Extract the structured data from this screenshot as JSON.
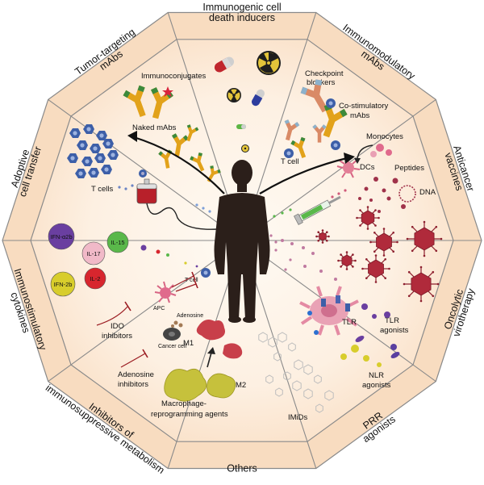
{
  "segments": [
    {
      "title_lines": [
        "Immunogenic cell",
        "death inducers"
      ]
    },
    {
      "title_lines": [
        "Immunomodulatory",
        "mAbs"
      ]
    },
    {
      "title_lines": [
        "Anticancer",
        "vaccines"
      ]
    },
    {
      "title_lines": [
        "Oncolytic",
        "virotherapy"
      ]
    },
    {
      "title_lines": [
        "PRR",
        "agonists"
      ]
    },
    {
      "title_lines": [
        "Others"
      ]
    },
    {
      "title_lines": [
        "Inhibitors of",
        "immunosuppressive metabolism"
      ]
    },
    {
      "title_lines": [
        "Immunostimulatory",
        "cytokines"
      ]
    },
    {
      "title_lines": [
        "Adoptive",
        "cell transfer"
      ]
    },
    {
      "title_lines": [
        "Tumor-targeting",
        "mAbs"
      ]
    }
  ],
  "labels": {
    "immunoconjugates": "Immunoconjugates",
    "naked_mabs": "Naked mAbs",
    "checkpoint_blockers_1": "Checkpoint",
    "checkpoint_blockers_2": "blockers",
    "costim_1": "Co-stimulatory",
    "costim_2": "mAbs",
    "t_cell_mabs": "T cell",
    "monocytes": "Monocytes",
    "dcs": "DCs",
    "peptides": "Peptides",
    "dna": "DNA",
    "t_cells_act": "T cells",
    "tlr": "TLR",
    "tlr_agonists_1": "TLR",
    "tlr_agonists_2": "agonists",
    "nlr_agonists_1": "NLR",
    "nlr_agonists_2": "agonists",
    "m1": "M1",
    "m2": "M2",
    "macro_1": "Macrophage-",
    "macro_2": "reprogramming agents",
    "imids": "IMiDs",
    "ido_1": "IDO",
    "ido_2": "inhibitors",
    "adeno_inh_1": "Adenosine",
    "adeno_inh_2": "inhibitors",
    "apc": "APC",
    "t_cell_small": "T cell",
    "adenosine": "Adenosine",
    "cancer_cell": "Cancer cell"
  },
  "cytokines": [
    "IFN-α2b",
    "IL-17",
    "IL-15",
    "IL-2",
    "IFN-2b"
  ],
  "colors": {
    "frame": "#8a8a8a",
    "segment_fill": "#fbe6cf",
    "segment_center": "#fffaf3",
    "silhouette": "#2b1f1a",
    "tcell": "#3d5fa8",
    "antibody": "#e2a21a",
    "virus": "#b02a3b",
    "dc": "#e06080",
    "macrophage_m1": "#c8404c",
    "macrophage_m2": "#c9c441"
  },
  "icons": [
    "pill-icon",
    "radiation-icon",
    "antibody-icon",
    "t-cell-icon",
    "virus-icon",
    "syringe-icon",
    "dendritic-cell-icon",
    "blood-bag-icon",
    "macrophage-icon",
    "molecule-icon",
    "cytokine-icon"
  ]
}
